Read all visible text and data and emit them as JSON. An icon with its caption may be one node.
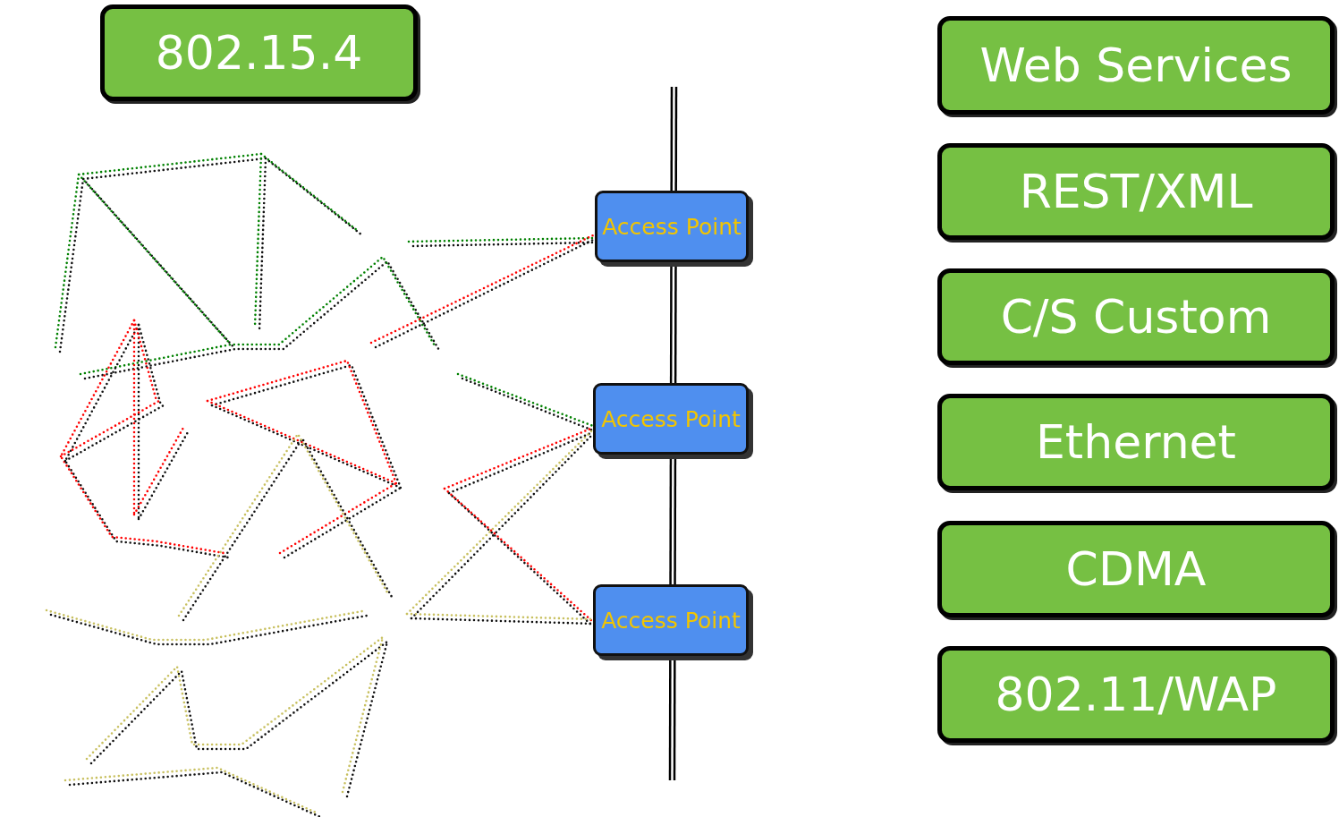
{
  "diagram": {
    "nodes": [
      {
        "text": [
          "802.15.4"
        ]
      },
      {
        "text": [
          "Access Point"
        ]
      },
      {
        "text": [
          "Access Point"
        ]
      },
      {
        "text": [
          "Access Point"
        ]
      },
      {
        "text": [
          "Web Services"
        ]
      },
      {
        "text": [
          "REST/XML"
        ]
      },
      {
        "text": [
          "C/S Custom"
        ]
      },
      {
        "text": [
          "Ethernet"
        ]
      },
      {
        "text": [
          "CDMA"
        ]
      },
      {
        "text": [
          "802.11/WAP"
        ]
      }
    ],
    "edges": [
      {
        "from": null,
        "to": 1,
        "arrow": "none",
        "style": "dashed",
        "color": "#008000"
      },
      {
        "from": null,
        "to": 1,
        "arrow": "none",
        "style": "dashed",
        "color": "#ff0000"
      },
      {
        "from": null,
        "to": 2,
        "arrow": "none",
        "style": "dashed",
        "color": "#008000"
      },
      {
        "from": null,
        "to": 2,
        "arrow": "none",
        "style": "dashed",
        "color": "#ff0000"
      },
      {
        "from": null,
        "to": 2,
        "arrow": "none",
        "style": "dashed",
        "color": "#c8c060"
      },
      {
        "from": null,
        "to": 3,
        "arrow": "none",
        "style": "dashed",
        "color": "#ff0000"
      },
      {
        "from": null,
        "to": 3,
        "arrow": "none",
        "style": "dashed",
        "color": "#c8c060"
      }
    ]
  }
}
